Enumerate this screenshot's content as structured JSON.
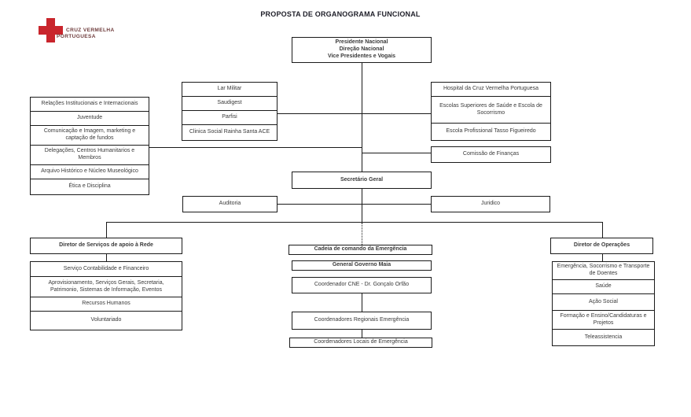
{
  "title": "PROPOSTA DE ORGANOGRAMA FUNCIONAL",
  "logo": {
    "line1": "CRUZ VERMELHA",
    "line2": "PORTUGUESA",
    "cross_color": "#c9252c"
  },
  "top_box": {
    "line1": "Presidente Nacional",
    "line2": "Direção Nacional",
    "line3": "Vice Presidentes e Vogais"
  },
  "far_left_group": {
    "items": [
      "Relações Institucionais e Internacionais",
      "Juventude",
      "Comunicação e Imagem, marketing e captação de fundos",
      "Delegações, Centros Humanitarios e Membros",
      "Arquivo Histórico e Núcleo Museológico",
      "Ética e Disciplina"
    ]
  },
  "mid_left_group": {
    "items": [
      "Lar Militar",
      "Saudigest",
      "Parfisi",
      "Clinica Social Rainha Santa ACE"
    ]
  },
  "right_group": {
    "items": [
      "Hospital da Cruz Vermelha Portuguesa",
      "Escolas Superiores de Saúde e Escola de Socorrismo",
      "Escola Profissional Tasso Figueiredo"
    ],
    "comissao": "Comissão de Finanças"
  },
  "secretario": "Secretário Geral",
  "auditoria": "Auditoria",
  "juridico": "Juridico",
  "rede": {
    "header": "Diretor de Serviços de apoio à Rede",
    "items": [
      "Serviço Contabilidade e Financeiro",
      "Aprovisionamento, Serviços Gerais, Secretaria, Patrimonio, Sistemas de Informação, Eventos",
      "Recursos Humanos",
      "Voluntariado"
    ]
  },
  "emergencia": {
    "header": "Cadeia de comando da Emergência",
    "general": "General Governo Maia",
    "coordenador": "Coordenador CNE - Dr. Gonçalo Orfão",
    "regionais": "Coordenadores Regionais Emergência",
    "locais": "Coordenadores Locais de Emergência"
  },
  "operacoes": {
    "header": "Diretor de Operações",
    "items": [
      "Emergência, Socorrismo e Transporte de Doentes",
      "Saúde",
      "Ação Social",
      "Formação e Ensino/Candidaturas e Projetos",
      "Teleassistencia"
    ]
  }
}
